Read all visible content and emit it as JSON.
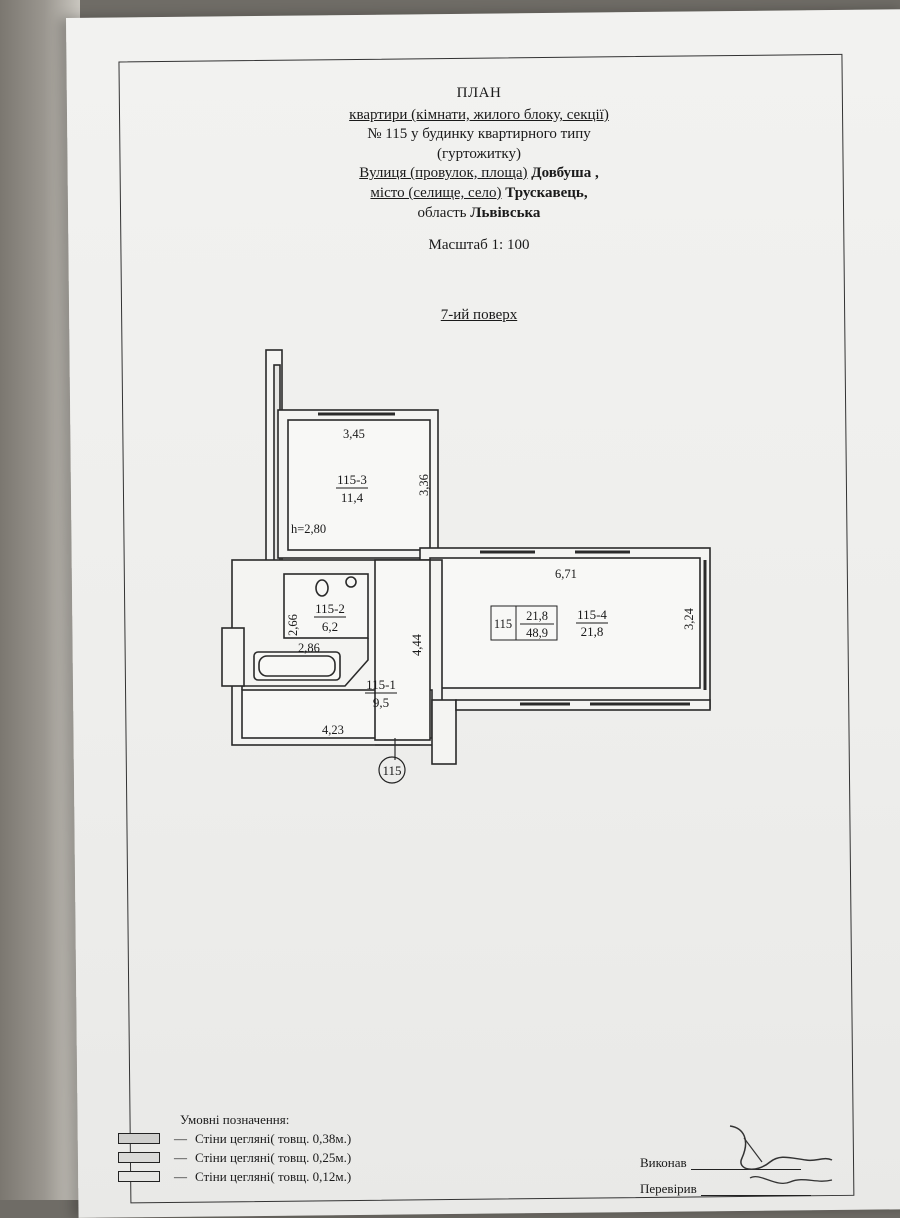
{
  "header": {
    "title": "ПЛАН",
    "line2": "квартири (кімнати, жилого блоку, секції)",
    "line3": "№ 115  у  будинку квартирного типу",
    "line4": "(гуртожитку)",
    "line5_prefix": "Вулиця  (провулок, площа)",
    "line5_value": "Довбуша ,",
    "line6_prefix": "місто (селище, село)",
    "line6_value": "Трускавець,",
    "line7_prefix": "область",
    "line7_value": "Львівська",
    "scale": "Масштаб 1: 100",
    "floor": "7-ий поверх"
  },
  "plan": {
    "dims": {
      "d345": "3,45",
      "d336": "3,36",
      "h280": "h=2,80",
      "d671": "6,71",
      "d324": "3,24",
      "d266": "2,66",
      "d286": "2,86",
      "d444": "4,44",
      "d423": "4,23"
    },
    "rooms": [
      {
        "id": "115-3",
        "area": "11,4"
      },
      {
        "id": "115-2",
        "area": "6,2"
      },
      {
        "id": "115-1",
        "area": "9,5"
      },
      {
        "id": "115-4",
        "area": "21,8"
      }
    ],
    "summary": {
      "number": "115",
      "living": "21,8",
      "total": "48,9"
    },
    "apartment_marker": "115"
  },
  "legend": {
    "title": "Умовні позначення:",
    "items": [
      "Стіни  цегляні( товщ. 0,38м.)",
      "Стіни  цегляні( товщ. 0,25м.)",
      "Стіни  цегляні( товщ. 0,12м.)"
    ]
  },
  "signatures": {
    "performed": "Виконав",
    "checked": "Перевірив"
  }
}
